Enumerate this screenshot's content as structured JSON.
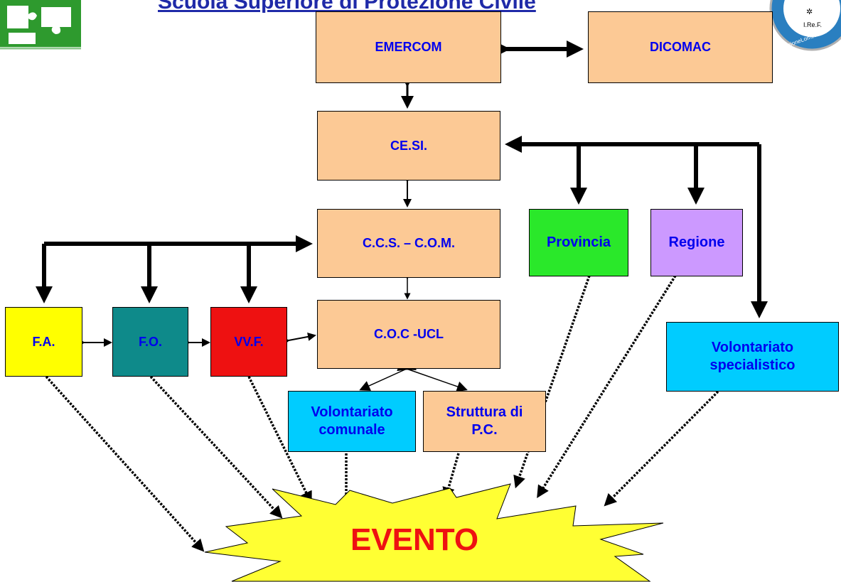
{
  "header": {
    "title": "Scuola Superiore di Protezione Civile"
  },
  "logos": {
    "left": {
      "icon": "puzzle-logo-icon",
      "color": "#2e9a2e"
    },
    "right": {
      "icon": "lombardia-seal-icon",
      "text": "I.Re.F. RegioneLombardia",
      "color": "#2a7fc0"
    }
  },
  "nodes": {
    "emercom": {
      "label": "EMERCOM",
      "color": "#fcc995"
    },
    "dicomac": {
      "label": "DICOMAC",
      "color": "#fcc995"
    },
    "cesi": {
      "label": "CE.SI.",
      "color": "#fcc995"
    },
    "ccs_com": {
      "label": "C.C.S. – C.O.M.",
      "color": "#fcc995"
    },
    "coc_ucl": {
      "label": "C.O.C -UCL",
      "color": "#fcc995"
    },
    "provincia": {
      "label": "Provincia",
      "color": "#2ae82a"
    },
    "regione": {
      "label": "Regione",
      "color": "#cc99ff"
    },
    "fa": {
      "label": "F.A.",
      "color": "#ffff00"
    },
    "fo": {
      "label": "F.O.",
      "color": "#0e8a8a"
    },
    "vvf": {
      "label": "VV.F.",
      "color": "#ee1111"
    },
    "vol_spec": {
      "label": "Volontariato\nspecialistico",
      "color": "#00ccff"
    },
    "vol_com": {
      "label": "Volontariato\ncomunale",
      "color": "#00ccff"
    },
    "struttura_pc": {
      "label": "Struttura di\nP.C.",
      "color": "#fcc995"
    },
    "evento": {
      "label": "EVENTO",
      "color": "#ffff33"
    }
  }
}
